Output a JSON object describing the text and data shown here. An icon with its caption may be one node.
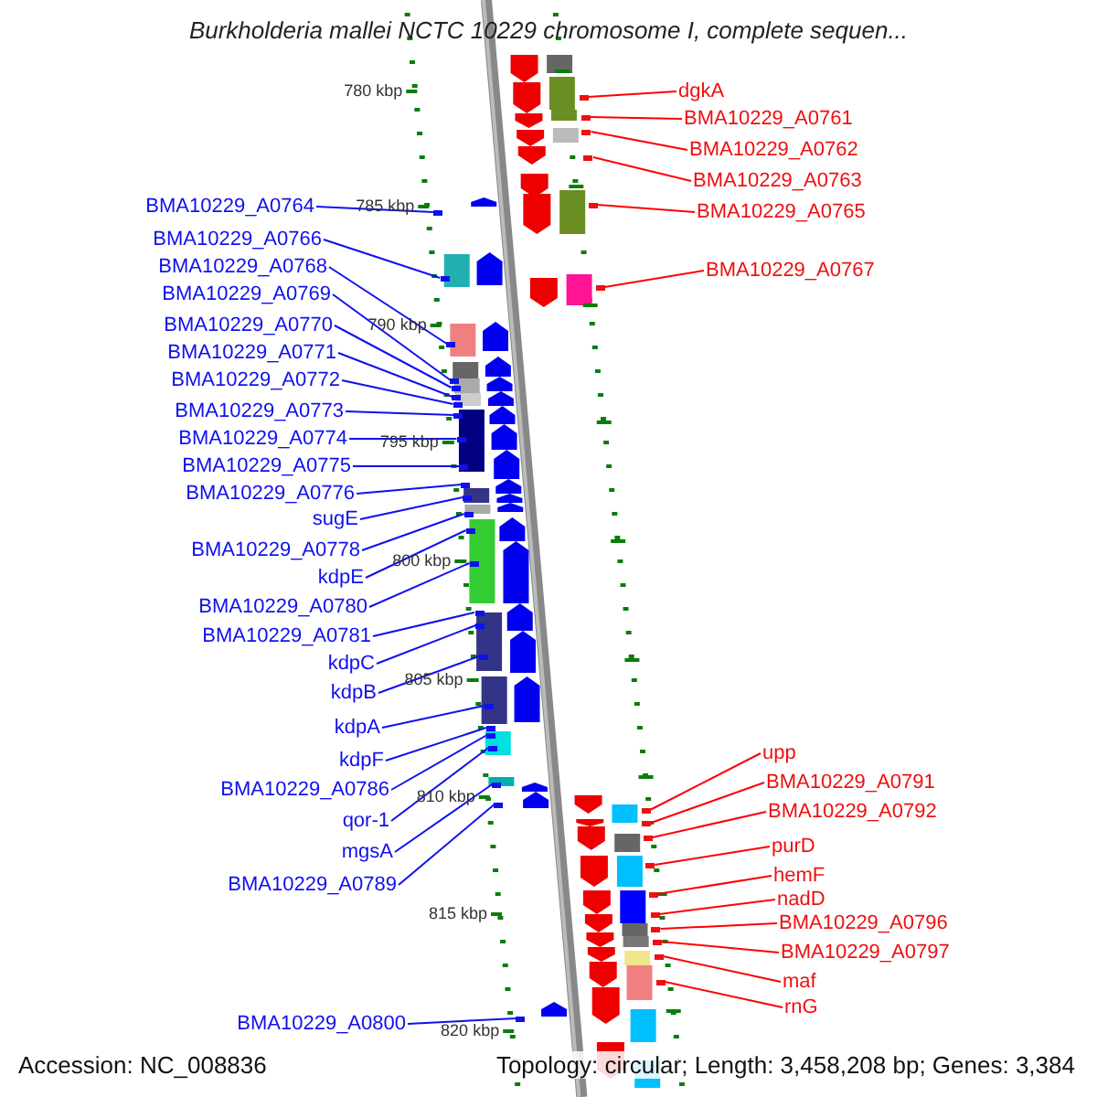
{
  "diagram": {
    "title": "Burkholderia mallei NCTC 10229 chromosome I, complete sequen...",
    "nodes": [
      {
        "text": [
          "BMA10229_A0764"
        ]
      },
      {
        "text": [
          "BMA10229_A0766"
        ]
      },
      {
        "text": [
          "BMA10229_A0768"
        ]
      },
      {
        "text": [
          "BMA10229_A0769"
        ]
      },
      {
        "text": [
          "BMA10229_A0770"
        ]
      },
      {
        "text": [
          "BMA10229_A0771"
        ]
      },
      {
        "text": [
          "BMA10229_A0772"
        ]
      },
      {
        "text": [
          "BMA10229_A0773"
        ]
      },
      {
        "text": [
          "BMA10229_A0774"
        ]
      },
      {
        "text": [
          "BMA10229_A0775"
        ]
      },
      {
        "text": [
          "BMA10229_A0776"
        ]
      },
      {
        "text": [
          "sugE"
        ]
      },
      {
        "text": [
          "BMA10229_A0778"
        ]
      },
      {
        "text": [
          "kdpE"
        ]
      },
      {
        "text": [
          "BMA10229_A0780"
        ]
      },
      {
        "text": [
          "BMA10229_A0781"
        ]
      },
      {
        "text": [
          "kdpC"
        ]
      },
      {
        "text": [
          "kdpB"
        ]
      },
      {
        "text": [
          "kdpA"
        ]
      },
      {
        "text": [
          "kdpF"
        ]
      },
      {
        "text": [
          "BMA10229_A0786"
        ]
      },
      {
        "text": [
          "qor-1"
        ]
      },
      {
        "text": [
          "mgsA"
        ]
      },
      {
        "text": [
          "BMA10229_A0789"
        ]
      },
      {
        "text": [
          "BMA10229_A0800"
        ]
      },
      {
        "text": [
          "dgkA"
        ]
      },
      {
        "text": [
          "BMA10229_A0761"
        ]
      },
      {
        "text": [
          "BMA10229_A0762"
        ]
      },
      {
        "text": [
          "BMA10229_A0763"
        ]
      },
      {
        "text": [
          "BMA10229_A0765"
        ]
      },
      {
        "text": [
          "BMA10229_A0767"
        ]
      },
      {
        "text": [
          "upp"
        ]
      },
      {
        "text": [
          "BMA10229_A0791"
        ]
      },
      {
        "text": [
          "BMA10229_A0792"
        ]
      },
      {
        "text": [
          "purD"
        ]
      },
      {
        "text": [
          "hemF"
        ]
      },
      {
        "text": [
          "nadD"
        ]
      },
      {
        "text": [
          "BMA10229_A0796"
        ]
      },
      {
        "text": [
          "BMA10229_A0797"
        ]
      },
      {
        "text": [
          "maf"
        ]
      },
      {
        "text": [
          "rnG"
        ]
      },
      {
        "text": [],
        "shape": "box"
      },
      {
        "text": [],
        "shape": "box"
      },
      {
        "text": [],
        "shape": "box"
      },
      {
        "text": [],
        "shape": "box"
      },
      {
        "text": [],
        "shape": "box"
      },
      {
        "text": [],
        "shape": "box"
      },
      {
        "text": [],
        "shape": "box"
      },
      {
        "text": [],
        "shape": "box"
      },
      {
        "text": [],
        "shape": "box"
      },
      {
        "text": [],
        "shape": "box"
      },
      {
        "text": [],
        "shape": "box"
      },
      {
        "text": [],
        "shape": "box"
      },
      {
        "text": [],
        "shape": "box"
      },
      {
        "text": [],
        "shape": "box"
      },
      {
        "text": [],
        "shape": "box"
      },
      {
        "text": [],
        "shape": "box"
      },
      {
        "text": [],
        "shape": "box"
      },
      {
        "text": [],
        "shape": "box"
      },
      {
        "text": [],
        "shape": "box"
      },
      {
        "text": [],
        "shape": "box"
      },
      {
        "text": [],
        "shape": "box"
      },
      {
        "text": [],
        "shape": "box"
      },
      {
        "text": [],
        "shape": "box"
      },
      {
        "text": [],
        "shape": "box"
      },
      {
        "text": [],
        "shape": "box"
      },
      {
        "text": [],
        "shape": "box"
      },
      {
        "text": [],
        "shape": "box"
      },
      {
        "text": [],
        "shape": "box"
      },
      {
        "text": [],
        "shape": "box"
      },
      {
        "text": [],
        "shape": "box"
      },
      {
        "text": [],
        "shape": "box"
      },
      {
        "text": [],
        "shape": "box"
      },
      {
        "text": [],
        "shape": "box"
      },
      {
        "text": [],
        "shape": "box"
      },
      {
        "text": [],
        "shape": "box"
      },
      {
        "text": [],
        "shape": "box"
      },
      {
        "text": [],
        "shape": "box"
      },
      {
        "text": [],
        "shape": "box"
      },
      {
        "text": [],
        "shape": "box"
      },
      {
        "text": [],
        "shape": "box"
      },
      {
        "text": [],
        "shape": "box"
      }
    ],
    "edges": [
      {
        "from": 0,
        "to": 41,
        "arrow": "none"
      },
      {
        "from": 1,
        "to": 42,
        "arrow": "none"
      },
      {
        "from": 2,
        "to": 43,
        "arrow": "none"
      },
      {
        "from": 3,
        "to": 44,
        "arrow": "none"
      },
      {
        "from": 4,
        "to": 45,
        "arrow": "none"
      },
      {
        "from": 5,
        "to": 46,
        "arrow": "none"
      },
      {
        "from": 6,
        "to": 47,
        "arrow": "none"
      },
      {
        "from": 7,
        "to": 48,
        "arrow": "none"
      },
      {
        "from": 8,
        "to": 49,
        "arrow": "none"
      },
      {
        "from": 9,
        "to": 50,
        "arrow": "none"
      },
      {
        "from": 10,
        "to": 51,
        "arrow": "none"
      },
      {
        "from": 11,
        "to": 52,
        "arrow": "none"
      },
      {
        "from": 12,
        "to": 53,
        "arrow": "none"
      },
      {
        "from": 13,
        "to": 54,
        "arrow": "none"
      },
      {
        "from": 14,
        "to": 55,
        "arrow": "none"
      },
      {
        "from": 15,
        "to": 56,
        "arrow": "none"
      },
      {
        "from": 16,
        "to": 57,
        "arrow": "none"
      },
      {
        "from": 17,
        "to": 58,
        "arrow": "none"
      },
      {
        "from": 18,
        "to": 59,
        "arrow": "none"
      },
      {
        "from": 19,
        "to": 60,
        "arrow": "none"
      },
      {
        "from": 20,
        "to": 61,
        "arrow": "none"
      },
      {
        "from": 21,
        "to": 62,
        "arrow": "none"
      },
      {
        "from": 22,
        "to": 63,
        "arrow": "none"
      },
      {
        "from": 23,
        "to": 64,
        "arrow": "none"
      },
      {
        "from": 24,
        "to": 65,
        "arrow": "none"
      },
      {
        "from": 25,
        "to": 66,
        "arrow": "none",
        "color": "#ff0000"
      },
      {
        "from": 26,
        "to": 67,
        "arrow": "none",
        "color": "#ff0000"
      },
      {
        "from": 27,
        "to": 68,
        "arrow": "none",
        "color": "#ff0000"
      },
      {
        "from": 28,
        "to": 69,
        "arrow": "none",
        "color": "#ff0000"
      },
      {
        "from": 29,
        "to": 70,
        "arrow": "none",
        "color": "#ff0000"
      },
      {
        "from": 30,
        "to": 71,
        "arrow": "none",
        "color": "#ff0000"
      },
      {
        "from": 31,
        "to": 72,
        "arrow": "none",
        "color": "#ff0000"
      },
      {
        "from": 32,
        "to": 73,
        "arrow": "none",
        "color": "#ff0000"
      },
      {
        "from": 33,
        "to": 74,
        "arrow": "none",
        "color": "#ff0000"
      },
      {
        "from": 34,
        "to": 75,
        "arrow": "none",
        "color": "#ff0000"
      },
      {
        "from": 35,
        "to": 76,
        "arrow": "none",
        "color": "#ff0000"
      },
      {
        "from": 36,
        "to": 77,
        "arrow": "none",
        "color": "#ff0000"
      },
      {
        "from": 37,
        "to": 78,
        "arrow": "none",
        "color": "#ff0000"
      },
      {
        "from": 38,
        "to": 79,
        "arrow": "none",
        "color": "#ff0000"
      },
      {
        "from": 39,
        "to": 80,
        "arrow": "none",
        "color": "#ff0000"
      },
      {
        "from": 40,
        "to": 81,
        "arrow": "none",
        "color": "#ff0000"
      }
    ],
    "labels": [
      "780 kbp",
      "785 kbp",
      "790 kbp",
      "795 kbp",
      "800 kbp",
      "805 kbp",
      "810 kbp",
      "815 kbp",
      "820 kbp",
      "Accession: NC_008836",
      "Topology: circular; Length: 3,458,208 bp; Genes: 3,384"
    ]
  }
}
